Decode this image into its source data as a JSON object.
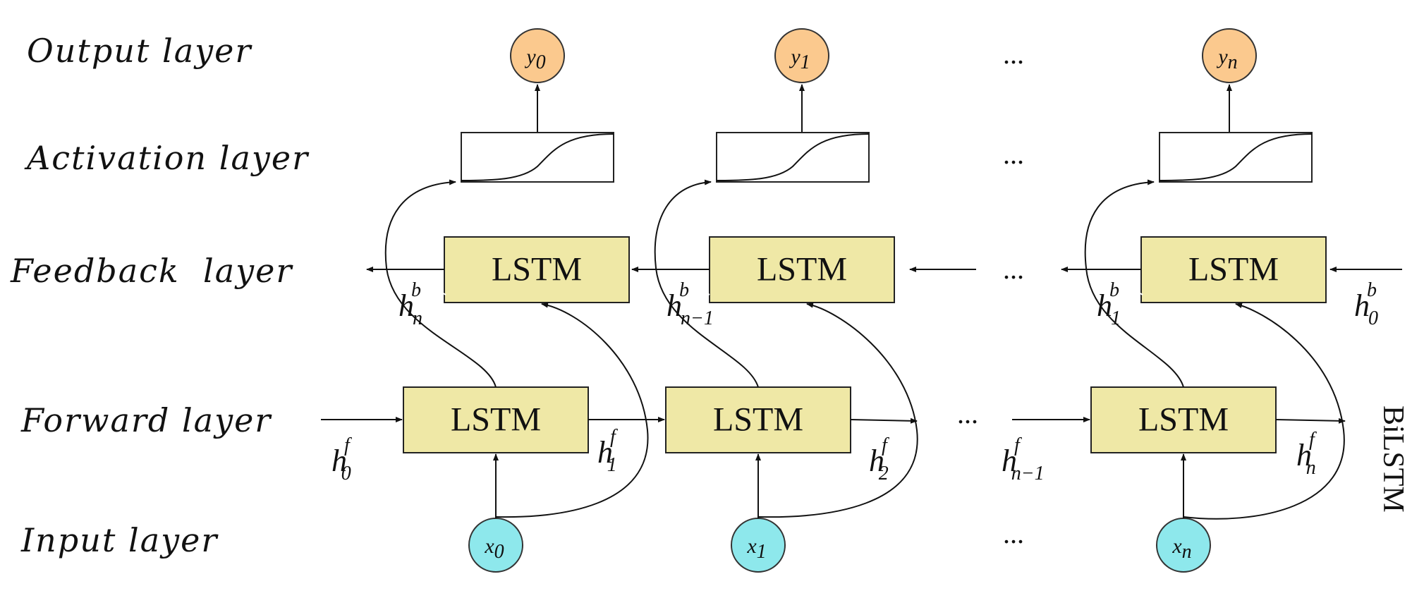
{
  "layers": {
    "output": "Output layer",
    "activation": "Activation layer",
    "feedback": "Feedback  layer",
    "forward": "Forward layer",
    "input": "Input layer"
  },
  "cell_label": "LSTM",
  "side_label": "BiLSTM",
  "ellipsis": "...",
  "outputs": [
    {
      "base": "y",
      "sub": "0"
    },
    {
      "base": "y",
      "sub": "1"
    },
    {
      "base": "y",
      "sub": "n"
    }
  ],
  "inputs": [
    {
      "base": "x",
      "sub": "0"
    },
    {
      "base": "x",
      "sub": "1"
    },
    {
      "base": "x",
      "sub": "n"
    }
  ],
  "forward_states": [
    {
      "base": "h",
      "sup": "f",
      "sub": "0"
    },
    {
      "base": "h",
      "sup": "f",
      "sub": "1"
    },
    {
      "base": "h",
      "sup": "f",
      "sub": "2"
    },
    {
      "base": "h",
      "sup": "f",
      "sub": "n−1"
    },
    {
      "base": "h",
      "sup": "f",
      "sub": "n"
    }
  ],
  "backward_states": [
    {
      "base": "h",
      "sup": "b",
      "sub": "n"
    },
    {
      "base": "h",
      "sup": "b",
      "sub": "n−1"
    },
    {
      "base": "h",
      "sup": "b",
      "sub": "1"
    },
    {
      "base": "h",
      "sup": "b",
      "sub": "0"
    }
  ]
}
